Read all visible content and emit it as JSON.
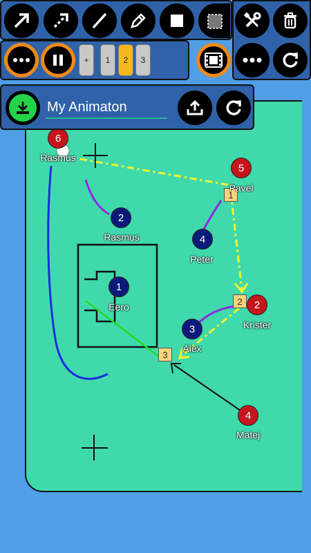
{
  "colors": {
    "background": "#4f9ee6",
    "rink": "#40d9ac",
    "panel": "#2f62a8",
    "accent_orange": "#f08a19",
    "frame_active": "#f5b91e",
    "download_green": "#22d34a",
    "path_yellow": "#f5f52a",
    "path_purple": "#8a2be2"
  },
  "toolbar": {
    "tools": [
      {
        "name": "arrow-tool",
        "icon": "arrow-icon"
      },
      {
        "name": "dashed-arrow-tool",
        "icon": "dashed-arrow-icon"
      },
      {
        "name": "line-tool",
        "icon": "line-icon"
      },
      {
        "name": "pencil-tool",
        "icon": "pencil-icon"
      },
      {
        "name": "rectangle-tool",
        "icon": "square-icon"
      },
      {
        "name": "selection-tool",
        "icon": "selection-icon"
      }
    ],
    "right": [
      {
        "name": "tools-button",
        "icon": "wrench-screwdriver-icon"
      },
      {
        "name": "delete-button",
        "icon": "trash-icon"
      }
    ]
  },
  "playback": {
    "add_frame_label": "+",
    "frames": [
      "1",
      "2",
      "3"
    ],
    "active_frame": "2"
  },
  "project": {
    "title": "My Animaton"
  },
  "players": [
    {
      "number": "6",
      "name": "Rasmus",
      "team": "red"
    },
    {
      "number": "2",
      "name": "Rasmus",
      "team": "blue"
    },
    {
      "number": "5",
      "name": "Pavel",
      "team": "red"
    },
    {
      "number": "4",
      "name": "Peter",
      "team": "blue"
    },
    {
      "number": "1",
      "name": "Eero",
      "team": "blue"
    },
    {
      "number": "2",
      "name": "Krister",
      "team": "red"
    },
    {
      "number": "3",
      "name": "Alex",
      "team": "blue"
    },
    {
      "number": "4",
      "name": "Matej",
      "team": "red"
    }
  ],
  "waypoints": [
    "1",
    "2",
    "3"
  ]
}
